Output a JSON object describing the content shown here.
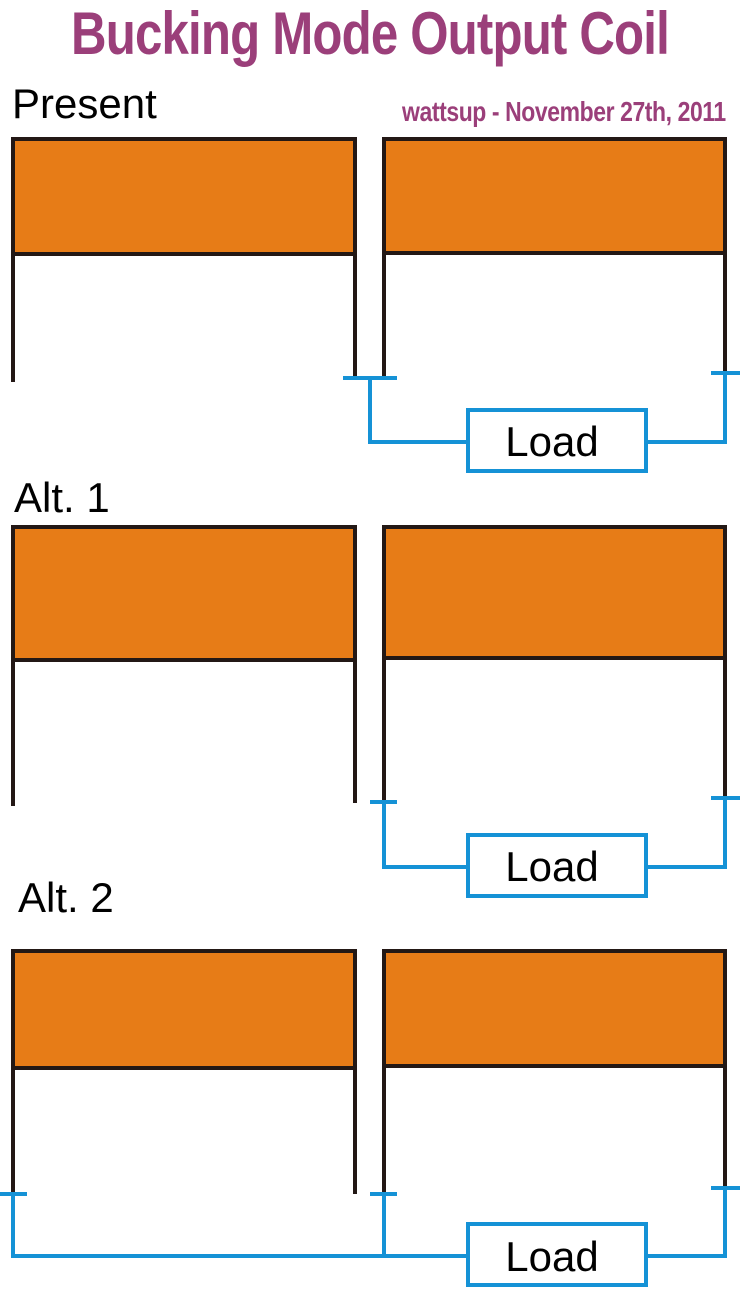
{
  "title": "Bucking Mode Output Coil",
  "subtitle": "wattsup - November 27th, 2011",
  "colors": {
    "title": "#9b3f7a",
    "coil_fill": "#e77c17",
    "coil_outline": "#231815",
    "wire": "#1592d6"
  },
  "sections": [
    {
      "label": "Present",
      "load_label": "Load"
    },
    {
      "label": "Alt. 1",
      "load_label": "Load"
    },
    {
      "label": "Alt. 2",
      "load_label": "Load"
    }
  ]
}
